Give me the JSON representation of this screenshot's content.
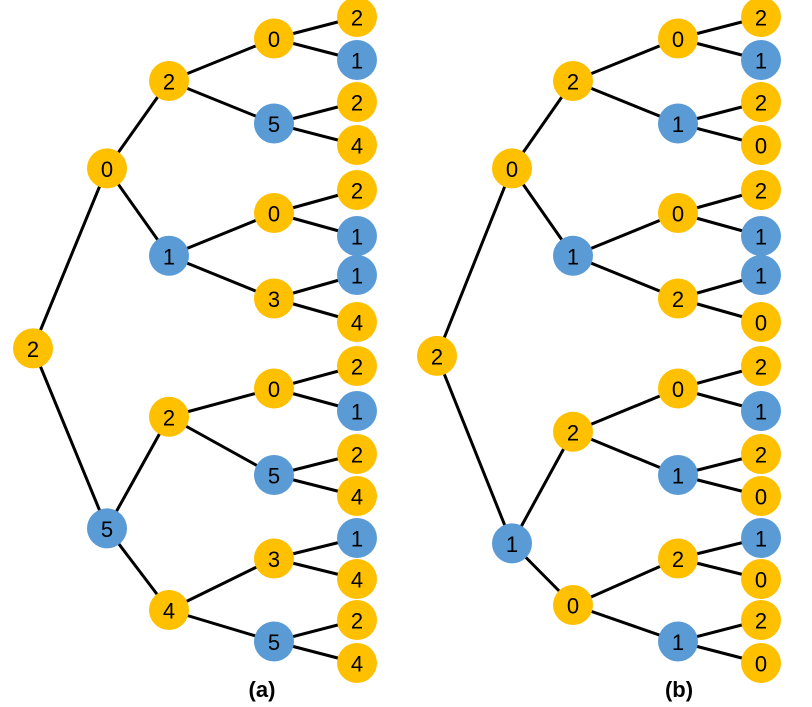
{
  "colors": {
    "yellow": "#FFC000",
    "blue": "#5B9BD5"
  },
  "captions": [
    "(a)",
    "(b)"
  ],
  "trees": [
    {
      "caption": "(a)",
      "root": {
        "label": "2",
        "color": "yellow",
        "children": [
          {
            "label": "0",
            "color": "yellow",
            "children": [
              {
                "label": "2",
                "color": "yellow",
                "children": [
                  {
                    "label": "0",
                    "color": "yellow",
                    "children": [
                      {
                        "label": "2",
                        "color": "yellow"
                      },
                      {
                        "label": "1",
                        "color": "blue"
                      }
                    ]
                  },
                  {
                    "label": "5",
                    "color": "blue",
                    "children": [
                      {
                        "label": "2",
                        "color": "yellow"
                      },
                      {
                        "label": "4",
                        "color": "yellow"
                      }
                    ]
                  }
                ]
              },
              {
                "label": "1",
                "color": "blue",
                "children": [
                  {
                    "label": "0",
                    "color": "yellow",
                    "children": [
                      {
                        "label": "2",
                        "color": "yellow"
                      },
                      {
                        "label": "1",
                        "color": "blue"
                      }
                    ]
                  },
                  {
                    "label": "3",
                    "color": "yellow",
                    "children": [
                      {
                        "label": "1",
                        "color": "blue"
                      },
                      {
                        "label": "4",
                        "color": "yellow"
                      }
                    ]
                  }
                ]
              }
            ]
          },
          {
            "label": "5",
            "color": "blue",
            "children": [
              {
                "label": "2",
                "color": "yellow",
                "children": [
                  {
                    "label": "0",
                    "color": "yellow",
                    "children": [
                      {
                        "label": "2",
                        "color": "yellow"
                      },
                      {
                        "label": "1",
                        "color": "blue"
                      }
                    ]
                  },
                  {
                    "label": "5",
                    "color": "blue",
                    "children": [
                      {
                        "label": "2",
                        "color": "yellow"
                      },
                      {
                        "label": "4",
                        "color": "yellow"
                      }
                    ]
                  }
                ]
              },
              {
                "label": "4",
                "color": "yellow",
                "children": [
                  {
                    "label": "3",
                    "color": "yellow",
                    "children": [
                      {
                        "label": "1",
                        "color": "blue"
                      },
                      {
                        "label": "4",
                        "color": "yellow"
                      }
                    ]
                  },
                  {
                    "label": "5",
                    "color": "blue",
                    "children": [
                      {
                        "label": "2",
                        "color": "yellow"
                      },
                      {
                        "label": "4",
                        "color": "yellow"
                      }
                    ]
                  }
                ]
              }
            ]
          }
        ]
      }
    },
    {
      "caption": "(b)",
      "root": {
        "label": "2",
        "color": "yellow",
        "children": [
          {
            "label": "0",
            "color": "yellow",
            "children": [
              {
                "label": "2",
                "color": "yellow",
                "children": [
                  {
                    "label": "0",
                    "color": "yellow",
                    "children": [
                      {
                        "label": "2",
                        "color": "yellow"
                      },
                      {
                        "label": "1",
                        "color": "blue"
                      }
                    ]
                  },
                  {
                    "label": "1",
                    "color": "blue",
                    "children": [
                      {
                        "label": "2",
                        "color": "yellow"
                      },
                      {
                        "label": "0",
                        "color": "yellow"
                      }
                    ]
                  }
                ]
              },
              {
                "label": "1",
                "color": "blue",
                "children": [
                  {
                    "label": "0",
                    "color": "yellow",
                    "children": [
                      {
                        "label": "2",
                        "color": "yellow"
                      },
                      {
                        "label": "1",
                        "color": "blue"
                      }
                    ]
                  },
                  {
                    "label": "2",
                    "color": "yellow",
                    "children": [
                      {
                        "label": "1",
                        "color": "blue"
                      },
                      {
                        "label": "0",
                        "color": "yellow"
                      }
                    ]
                  }
                ]
              }
            ]
          },
          {
            "label": "1",
            "color": "blue",
            "children": [
              {
                "label": "2",
                "color": "yellow",
                "children": [
                  {
                    "label": "0",
                    "color": "yellow",
                    "children": [
                      {
                        "label": "2",
                        "color": "yellow"
                      },
                      {
                        "label": "1",
                        "color": "blue"
                      }
                    ]
                  },
                  {
                    "label": "1",
                    "color": "blue",
                    "children": [
                      {
                        "label": "2",
                        "color": "yellow"
                      },
                      {
                        "label": "0",
                        "color": "yellow"
                      }
                    ]
                  }
                ]
              },
              {
                "label": "0",
                "color": "yellow",
                "children": [
                  {
                    "label": "2",
                    "color": "yellow",
                    "children": [
                      {
                        "label": "1",
                        "color": "blue"
                      },
                      {
                        "label": "0",
                        "color": "yellow"
                      }
                    ]
                  },
                  {
                    "label": "1",
                    "color": "blue",
                    "children": [
                      {
                        "label": "2",
                        "color": "yellow"
                      },
                      {
                        "label": "0",
                        "color": "yellow"
                      }
                    ]
                  }
                ]
              }
            ]
          }
        ]
      }
    }
  ]
}
